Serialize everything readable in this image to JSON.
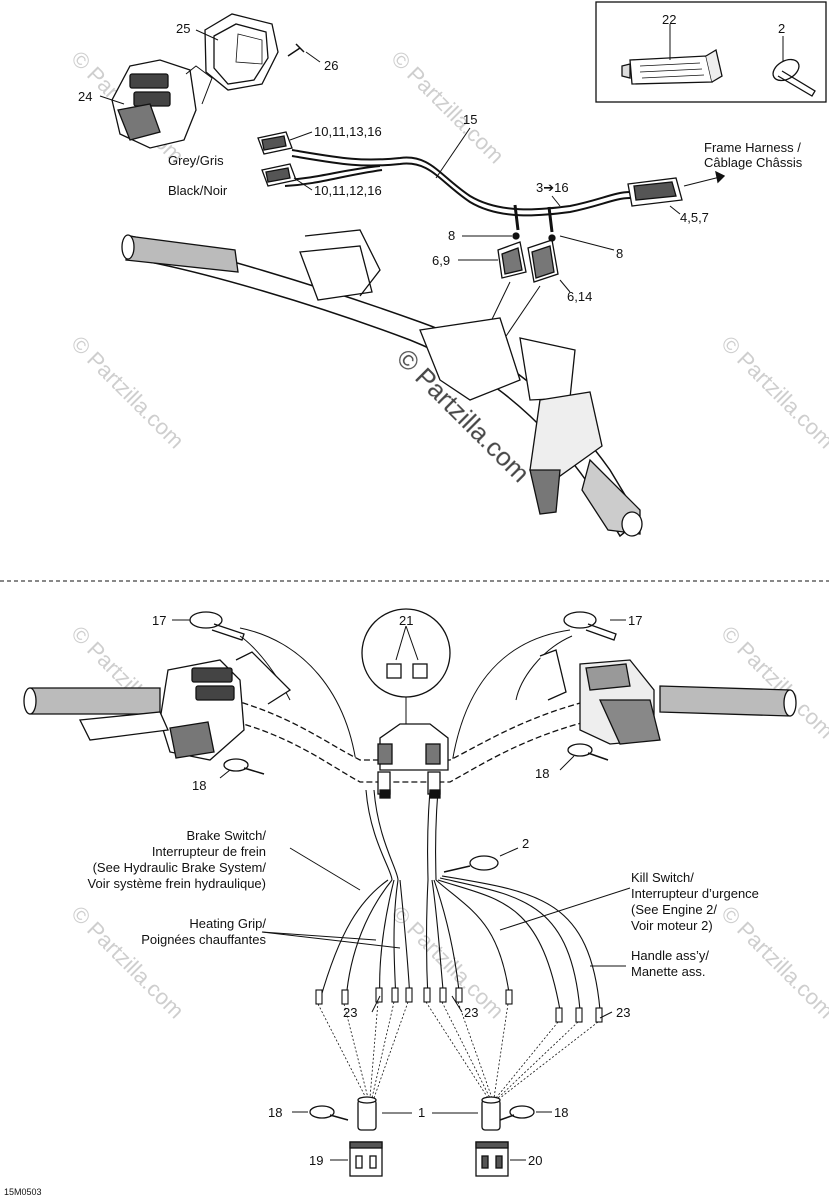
{
  "diagram_code": "15M0503",
  "watermark": "© Partzilla.com",
  "upper_section": {
    "callouts": {
      "c25": "25",
      "c26": "26",
      "c24": "24",
      "c22": "22",
      "c2_top": "2",
      "c15": "15",
      "c10_11_13_16": "10,11,13,16",
      "c10_11_12_16": "10,11,12,16",
      "c3_16": "3➔16",
      "c4_5_7": "4,5,7",
      "c8_left": "8",
      "c8_right": "8",
      "c6_9": "6,9",
      "c6_14": "6,14"
    },
    "labels": {
      "grey": "Grey/Gris",
      "black": "Black/Noir",
      "frame_harness_1": "Frame Harness /",
      "frame_harness_2": "Câblage Châssis"
    }
  },
  "lower_section": {
    "callouts": {
      "c17_left": "17",
      "c17_right": "17",
      "c21": "21",
      "c18_left": "18",
      "c18_right": "18",
      "c2": "2",
      "c23_a": "23",
      "c23_b": "23",
      "c23_c": "23",
      "c18_bl": "18",
      "c18_br": "18",
      "c1": "1",
      "c19": "19",
      "c20": "20"
    },
    "labels": {
      "brake_1": "Brake Switch/",
      "brake_2": "Interrupteur de frein",
      "brake_3": "(See Hydraulic Brake System/",
      "brake_4": "Voir système frein hydraulique)",
      "heat_1": "Heating Grip/",
      "heat_2": "Poignées chauffantes",
      "kill_1": "Kill Switch/",
      "kill_2": "Interrupteur d’urgence",
      "kill_3": "(See Engine 2/",
      "kill_4": "Voir moteur 2)",
      "handle_1": "Handle ass’y/",
      "handle_2": "Manette ass."
    }
  }
}
